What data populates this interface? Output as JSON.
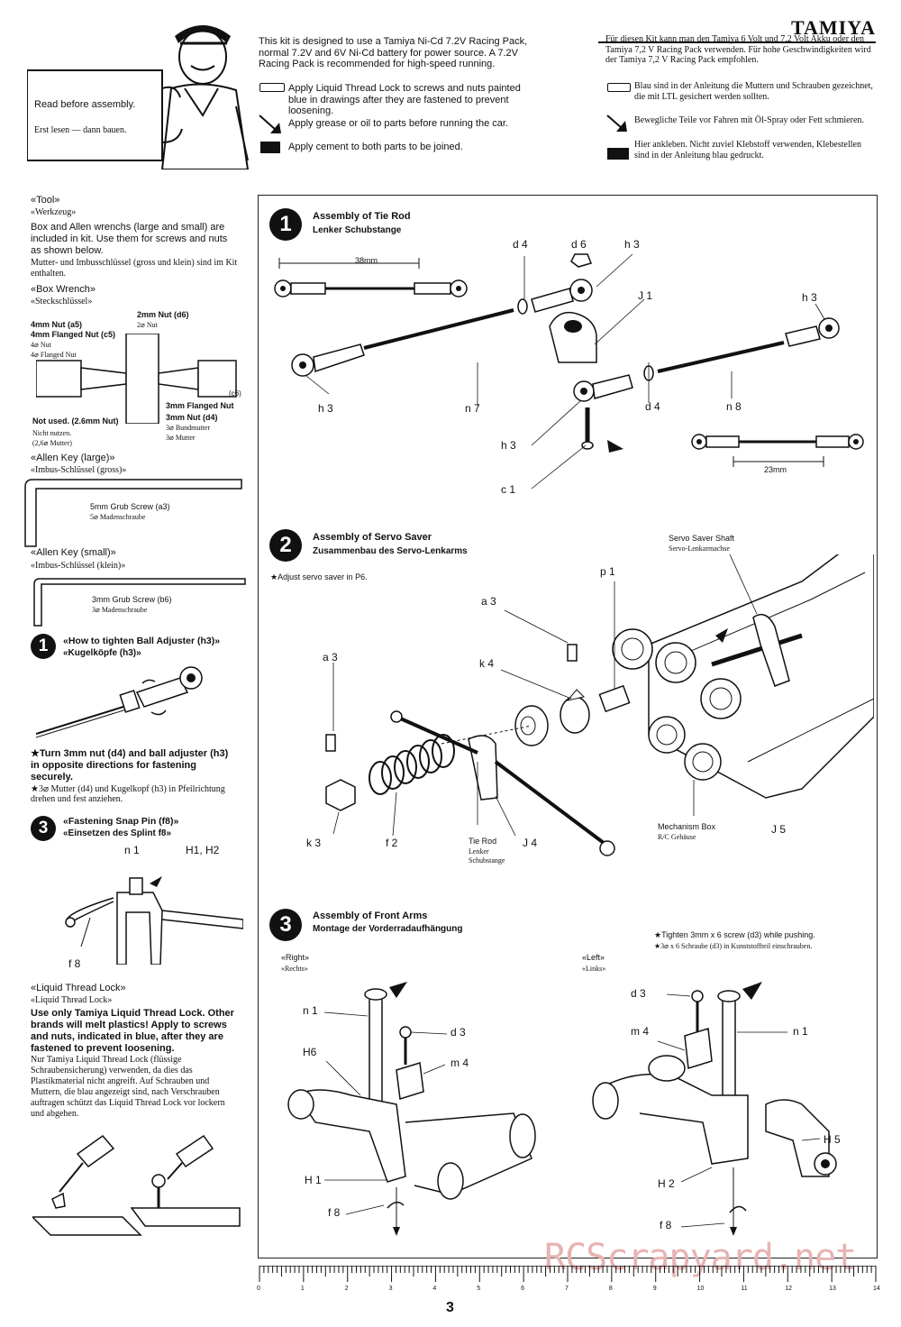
{
  "brand": "TAMIYA",
  "intro_card": {
    "en": "Read before assembly.",
    "de": "Erst lesen — dann bauen."
  },
  "intro_en": {
    "battery": "This kit is designed to use a Tamiya Ni-Cd 7.2V Racing Pack, normal 7.2V and 6V Ni-Cd battery for power source. A 7.2V Racing Pack is recommended for high-speed running.",
    "thread_lock": "Apply Liquid Thread Lock to screws and nuts painted blue in drawings after they are fastened to prevent loosening.",
    "grease": "Apply grease or oil to parts before running the car.",
    "cement": "Apply cement to both parts to be joined."
  },
  "intro_de": {
    "battery": "Für diesen Kit kann man den Tamiya 6 Volt und 7,2 Volt Akku oder den Tamiya 7,2 V Racing Pack verwenden. Für hohe Geschwindigkeiten wird der Tamiya 7,2 V Racing Pack empfohlen.",
    "thread_lock": "Blau sind in der Anleitung die Muttern und Schrauben gezeichnet, die mit LTL gesichert werden sollten.",
    "grease": "Bewegliche Teile vor Fahren mit Öl-Spray oder Fett schmieren.",
    "cement": "Hier ankleben. Nicht zuviel Klebstoff verwenden, Klebestellen sind in der Anleitung blau gedruckt."
  },
  "sidebar": {
    "tool_title": "«Tool»",
    "tool_title_de": "«Werkzeug»",
    "tool_text": "Box and Allen wrenchs (large and small) are included in kit. Use them for screws and nuts as shown below.",
    "tool_text_de": "Mutter- und Imbusschlüssel (gross und klein) sind im Kit enthalten.",
    "box_wrench": "«Box Wrench»",
    "box_wrench_de": "«Steckschlüssel»",
    "nut_2mm": "2mm Nut (d6)",
    "nut_2mm_de": "2⌀ Nut",
    "nut_4mm": "4mm Nut (a5)",
    "nut_4mm_flanged": "4mm Flanged Nut (c5)",
    "nut_4_de": "4⌀ Nut",
    "nut_4_flanged_de": "4⌀ Flanged Nut",
    "c6": "(c6)",
    "nut_3mm_flanged": "3mm Flanged Nut",
    "nut_3mm": "3mm Nut (d4)",
    "nut_3_bund_de": "3⌀ Bundmutter",
    "nut_3_de": "3⌀ Mutter",
    "not_used": "Not used. (2.6mm Nut)",
    "not_used_de": "Nicht nutzen.",
    "not_used_de2": "(2,6⌀ Mutter)",
    "allen_large": "«Allen Key (large)»",
    "allen_large_de": "«Imbus-Schlüssel (gross)»",
    "grub_5mm": "5mm Grub Screw (a3)",
    "grub_5mm_de": "5⌀ Madenschraube",
    "allen_small": "«Allen Key (small)»",
    "allen_small_de": "«Imbus-Schlüssel (klein)»",
    "grub_3mm": "3mm Grub Screw (b6)",
    "grub_3mm_de": "3⌀ Madenschraube",
    "ball_title": "«How to tighten Ball Adjuster (h3)»",
    "ball_title_de": "«Kugelköpfe (h3)»",
    "ball_note": "★Turn 3mm nut (d4) and ball adjuster (h3) in opposite directions for fastening securely.",
    "ball_note_de": "★3⌀ Mutter (d4) und Kugelkopf (h3) in Pfeilrichtung drehen und fest anziehen.",
    "snap_title": "«Fastening Snap Pin (f8)»",
    "snap_title_de": "«Einsetzen des Splint f8»",
    "snap_n1": "n 1",
    "snap_h": "H1, H2",
    "snap_f8": "f 8",
    "ltl_title": "«Liquid Thread Lock»",
    "ltl_title_de": "«Liquid Thread Lock»",
    "ltl_text": "Use only Tamiya Liquid Thread Lock. Other brands will melt plastics! Apply to screws and nuts, indicated in blue, after they are fastened to prevent loosening.",
    "ltl_text_de": "Nur Tamiya Liquid Thread Lock (flüssige Schraubensicherung) verwenden, da dies das Plastikmaterial nicht angreift. Auf Schrauben und Muttern, die blau angezeigt sind, nach Verschrauben auftragen schützt das Liquid Thread Lock vor lockern und abgehen."
  },
  "steps": [
    {
      "num": "1",
      "title": "Assembly of Tie Rod",
      "title_de": "Lenker Schubstange",
      "labels": {
        "len1": "38mm",
        "len2": "23mm",
        "d4a": "d 4",
        "d6": "d 6",
        "h3a": "h 3",
        "j1": "J 1",
        "h3b": "h 3",
        "h3c": "h 3",
        "n7": "n 7",
        "d4b": "d 4",
        "n8": "n 8",
        "h3d": "h 3",
        "c1": "c 1"
      }
    },
    {
      "num": "2",
      "title": "Assembly of Servo Saver",
      "title_de": "Zusammenbau des Servo-Lenkarms",
      "note": "★Adjust servo saver in P6.",
      "labels": {
        "shaft": "Servo Saver Shaft",
        "shaft_de": "Servo-Lenkarmachse",
        "p1": "p 1",
        "a3a": "a 3",
        "a3b": "a 3",
        "k4": "k 4",
        "k3": "k 3",
        "f2": "f 2",
        "tie_rod": "Tie Rod",
        "tie_rod_de1": "Lenker",
        "tie_rod_de2": "Schubstange",
        "j4": "J 4",
        "mech": "Mechanism Box",
        "mech_de": "R/C Gehäuse",
        "j5": "J 5"
      }
    },
    {
      "num": "3",
      "title": "Assembly of Front Arms",
      "title_de": "Montage der Vorderradaufhängung",
      "note": "★Tighten 3mm x 6 screw (d3) while pushing.",
      "note_de": "★3⌀ x 6 Schraube (d3) in Kunststoffteil einschrauben.",
      "labels": {
        "right": "«Right»",
        "right_de": "«Rechts»",
        "left": "«Left»",
        "left_de": "«Links»",
        "n1a": "n 1",
        "d3a": "d 3",
        "h6": "H6",
        "m4a": "m 4",
        "h1": "H 1",
        "f8a": "f 8",
        "d3b": "d 3",
        "n1b": "n 1",
        "m4b": "m 4",
        "h5": "H 5",
        "h2": "H 2",
        "f8b": "f 8"
      }
    }
  ],
  "ruler": [
    "0",
    "1",
    "2",
    "3",
    "4",
    "5",
    "6",
    "7",
    "8",
    "9",
    "10",
    "11",
    "12",
    "13",
    "14"
  ],
  "page_number": "3",
  "watermark": "RCScrapyard.net"
}
